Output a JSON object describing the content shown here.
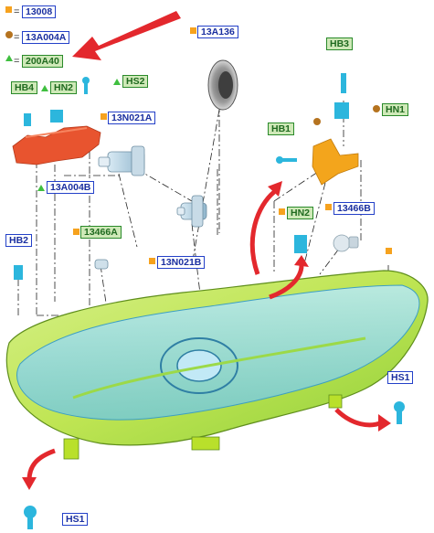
{
  "legend": {
    "square_code": "13008",
    "dot_code": "13A004A",
    "triangle_code": "200A40",
    "equals": "="
  },
  "labels": {
    "hb4": "HB4",
    "hn2_top": "HN2",
    "hs2": "HS2",
    "a13a136": "13A136",
    "hb3": "HB3",
    "hn1": "HN1",
    "a13n021a": "13N021A",
    "hb1": "HB1",
    "a13a004b": "13A004B",
    "hn2_mid": "HN2",
    "a13466b": "13466B",
    "hb2": "HB2",
    "a13466a": "13466A",
    "a13n021b": "13N021B",
    "hs1_right": "HS1",
    "hs1_bottom": "HS1"
  },
  "colors": {
    "label_border_blue": "#2340c8",
    "label_border_green": "#2a8a2a",
    "marker_square": "#f6a21e",
    "marker_dot": "#b5731f",
    "marker_triangle": "#3fbf3f",
    "arrow_red": "#e3282d",
    "housing_green": "#b9e02b",
    "lens_blue": "#8fd3ee",
    "bracket_red": "#e8542f",
    "bracket_orange": "#f3a51c",
    "clip_cyan": "#2cb6dd"
  },
  "icons": {
    "pointer": "red-arrow-icon",
    "turn_arrow": "curved-arrow-icon"
  }
}
